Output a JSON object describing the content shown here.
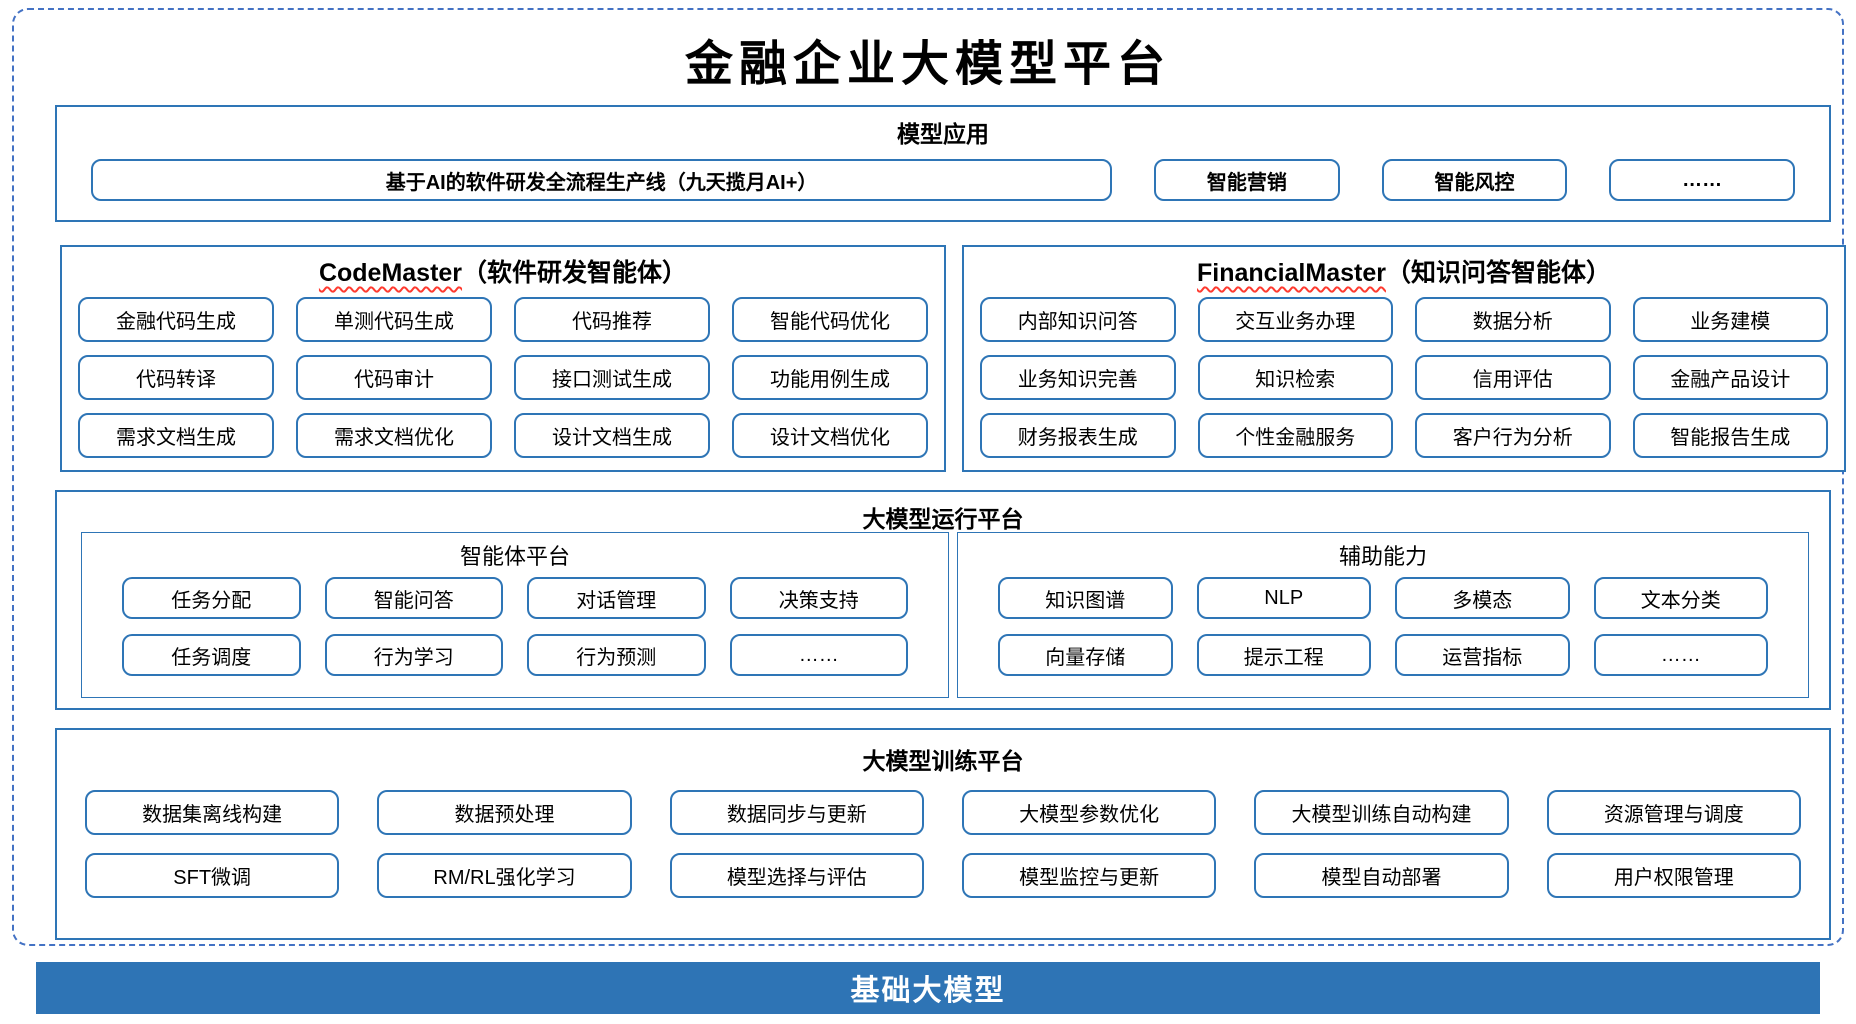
{
  "title": "金融企业大模型平台",
  "colors": {
    "dashed_border": "#4472C4",
    "section_border": "#2E75B6",
    "box_border": "#2E75B6",
    "foundation_bar": "#2E74B5",
    "spellcheck_squiggle": "#FF3B30"
  },
  "model_app": {
    "header": "模型应用",
    "wide_item": "基于AI的软件研发全流程生产线（九天揽月AI+）",
    "items": [
      "智能营销",
      "智能风控",
      "……"
    ]
  },
  "code_master": {
    "title_en": "CodeMaster",
    "title_zh": "（软件研发智能体）",
    "items": [
      "金融代码生成",
      "单测代码生成",
      "代码推荐",
      "智能代码优化",
      "代码转译",
      "代码审计",
      "接口测试生成",
      "功能用例生成",
      "需求文档生成",
      "需求文档优化",
      "设计文档生成",
      "设计文档优化"
    ]
  },
  "financial_master": {
    "title_en": "FinancialMaster",
    "title_zh": "（知识问答智能体）",
    "items": [
      "内部知识问答",
      "交互业务办理",
      "数据分析",
      "业务建模",
      "业务知识完善",
      "知识检索",
      "信用评估",
      "金融产品设计",
      "财务报表生成",
      "个性金融服务",
      "客户行为分析",
      "智能报告生成"
    ]
  },
  "runtime": {
    "header": "大模型运行平台",
    "agent_platform": {
      "header": "智能体平台",
      "items": [
        "任务分配",
        "智能问答",
        "对话管理",
        "决策支持",
        "任务调度",
        "行为学习",
        "行为预测",
        "……"
      ]
    },
    "aux": {
      "header": "辅助能力",
      "items": [
        "知识图谱",
        "NLP",
        "多模态",
        "文本分类",
        "向量存储",
        "提示工程",
        "运营指标",
        "……"
      ]
    }
  },
  "training": {
    "header": "大模型训练平台",
    "items": [
      "数据集离线构建",
      "数据预处理",
      "数据同步与更新",
      "大模型参数优化",
      "大模型训练自动构建",
      "资源管理与调度",
      "SFT微调",
      "RM/RL强化学习",
      "模型选择与评估",
      "模型监控与更新",
      "模型自动部署",
      "用户权限管理"
    ]
  },
  "foundation": {
    "label": "基础大模型"
  }
}
